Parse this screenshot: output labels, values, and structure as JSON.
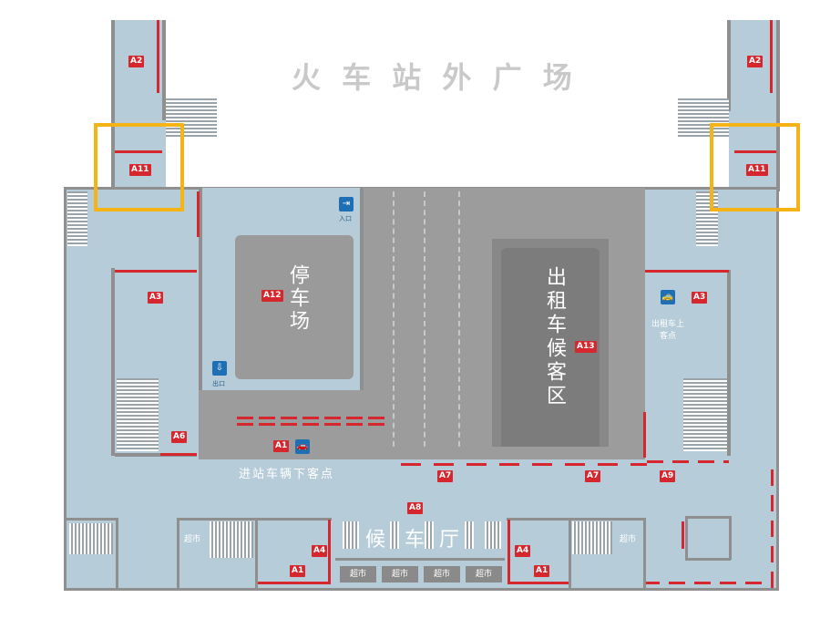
{
  "map": {
    "title": "火 车 站 外 广 场",
    "parking": "停车场",
    "taxi_wait": "出租车候客区",
    "dropoff": "进站车辆下客点",
    "taxi_pickup": "出租车上客点",
    "entrance": "入口",
    "exit": "出口",
    "hall": [
      "候",
      "车",
      "厅"
    ],
    "market": "超市",
    "labels": {
      "a1": "A1",
      "a2": "A2",
      "a3": "A3",
      "a4": "A4",
      "a6": "A6",
      "a7": "A7",
      "a8": "A8",
      "a9": "A9",
      "a11": "A11",
      "a12": "A12",
      "a13": "A13"
    }
  },
  "colors": {
    "floor": "#b6ccd9",
    "road": "#9c9c9c",
    "marker": "#d7272e",
    "highlight": "#f5b316",
    "sign": "#1f6fb5"
  },
  "icons": [
    "entrance-icon",
    "exit-icon",
    "taxi-icon",
    "car-icon"
  ]
}
